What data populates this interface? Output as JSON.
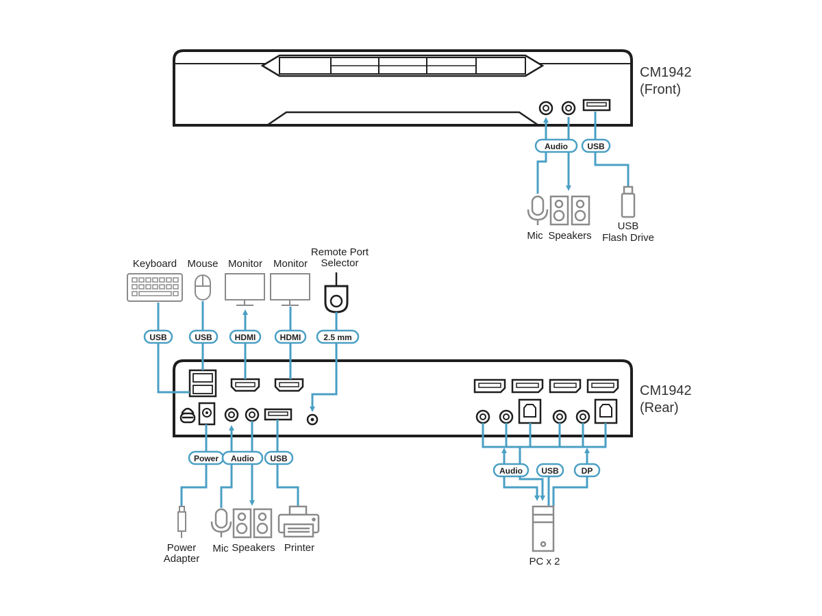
{
  "colors": {
    "line": "#4a9fc4",
    "device": "#1e1e1e",
    "icon": "#8a8a8a",
    "background": "#ffffff"
  },
  "front": {
    "title_line1": "CM1942",
    "title_line2": "(Front)",
    "badges": {
      "audio": "Audio",
      "usb": "USB"
    },
    "labels": {
      "mic": "Mic",
      "speakers": "Speakers",
      "usb_line1": "USB",
      "usb_line2": "Flash Drive"
    },
    "icons": [
      "mic-icon",
      "speakers-icon",
      "usb-flash-drive-icon"
    ]
  },
  "rear": {
    "title_line1": "CM1942",
    "title_line2": "(Rear)",
    "top_labels": {
      "keyboard": "Keyboard",
      "mouse": "Mouse",
      "monitor1": "Monitor",
      "monitor2": "Monitor",
      "remote_line1": "Remote Port",
      "remote_line2": "Selector"
    },
    "top_badges": {
      "usb_keyboard": "USB",
      "usb_mouse": "USB",
      "hdmi1": "HDMI",
      "hdmi2": "HDMI",
      "remote": "2.5 mm"
    },
    "bottom_badges": {
      "power": "Power",
      "audio": "Audio",
      "usb": "USB",
      "pc_audio": "Audio",
      "pc_usb": "USB",
      "pc_dp": "DP"
    },
    "bottom_labels": {
      "power_line1": "Power",
      "power_line2": "Adapter",
      "mic": "Mic",
      "speakers": "Speakers",
      "printer": "Printer",
      "pc": "PC x 2"
    },
    "icons": [
      "keyboard-icon",
      "mouse-icon",
      "monitor-icon",
      "remote-port-selector-icon",
      "power-adapter-icon",
      "mic-icon",
      "speakers-icon",
      "printer-icon",
      "pc-tower-icon"
    ]
  }
}
